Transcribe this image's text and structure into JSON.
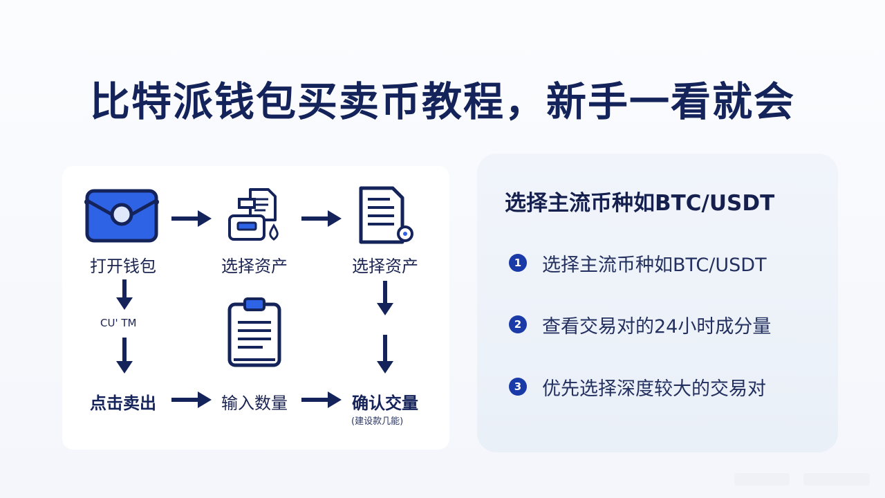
{
  "title": "比特派钱包买卖币教程，新手一看就会",
  "flow": {
    "nodes": {
      "open_wallet": "打开钱包",
      "select_asset_1": "选择资产",
      "select_asset_2": "选择资产",
      "garbled": "CU' TM",
      "click_sell": "点击卖出",
      "input_amount": "输入数量",
      "confirm_trade": "确认交量",
      "note": "(建设款几能)"
    },
    "icons": {
      "wallet": "wallet-icon",
      "assets": "asset-documents-icon",
      "document": "document-seal-icon",
      "clipboard": "clipboard-icon"
    }
  },
  "card": {
    "title": "选择主流币种如BTC/USDT",
    "steps": [
      {
        "num": "1",
        "text": "选择主流币种如BTC/USDT"
      },
      {
        "num": "2",
        "text": "查看交易对的24小时成分量"
      },
      {
        "num": "3",
        "text": "优先选择深度较大的交易对"
      }
    ]
  },
  "colors": {
    "navy": "#14235a",
    "accent_blue": "#2b5fe0",
    "step_badge": "#1a3aa8",
    "card_bg": "#eef3f9"
  }
}
